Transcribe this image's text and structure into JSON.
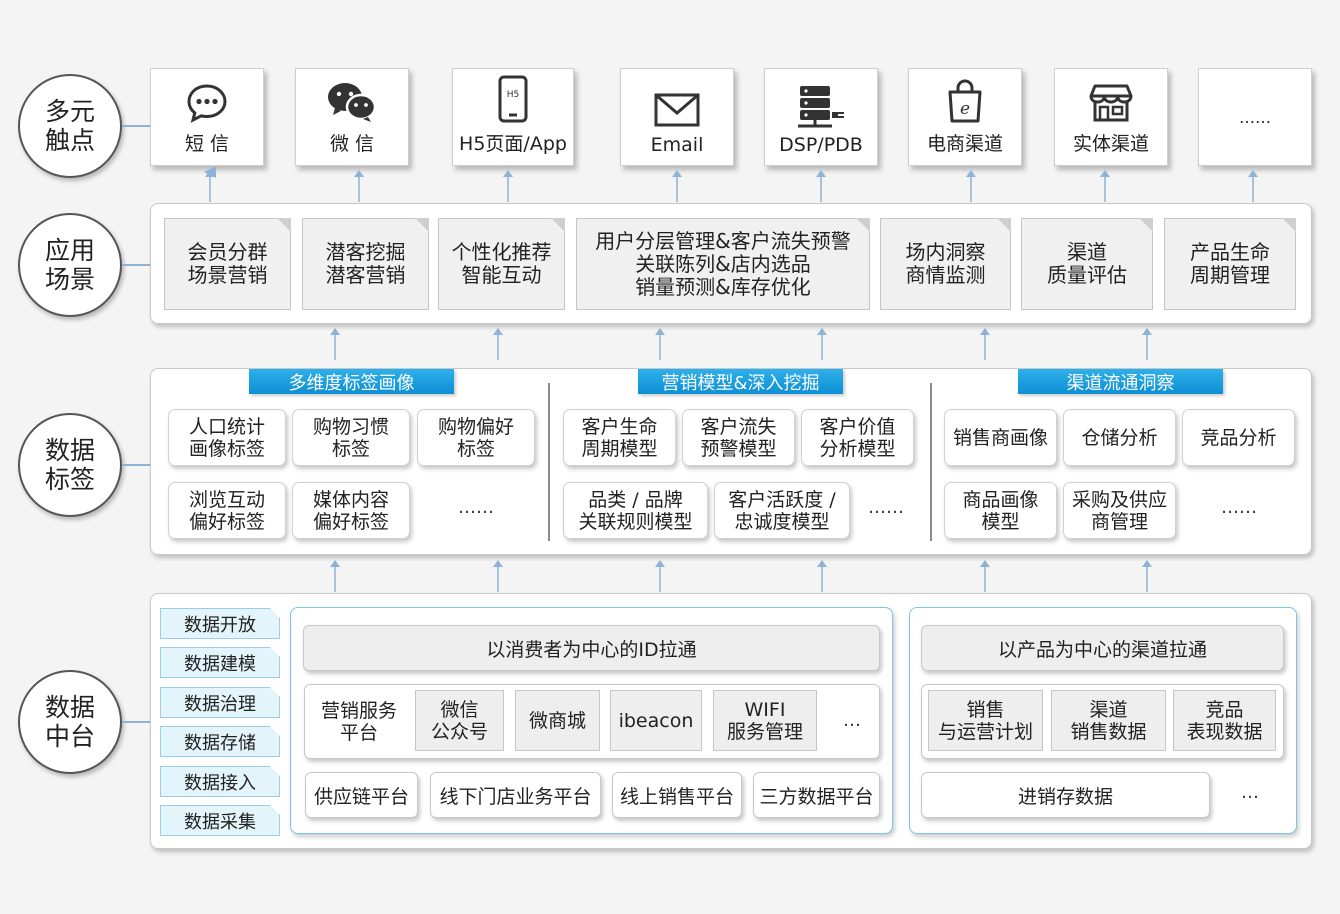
{
  "rows": {
    "touchpoints": "多元\n触点",
    "scenarios": "应用\n场景",
    "tags": "数据\n标签",
    "platform": "数据\n中台"
  },
  "touchpoints": [
    {
      "label": "短 信",
      "icon": "chat-bubble-icon"
    },
    {
      "label": "微 信",
      "icon": "wechat-icon"
    },
    {
      "label": "H5页面/App",
      "icon": "phone-h5-icon",
      "icon_text": "H5"
    },
    {
      "label": "Email",
      "icon": "envelope-icon"
    },
    {
      "label": "DSP/PDB",
      "icon": "server-plug-icon"
    },
    {
      "label": "电商渠道",
      "icon": "shopping-bag-icon"
    },
    {
      "label": "实体渠道",
      "icon": "storefront-icon"
    },
    {
      "label": "……",
      "icon": ""
    }
  ],
  "scenarios": [
    "会员分群\n场景营销",
    "潜客挖掘\n潜客营销",
    "个性化推荐\n智能互动",
    "用户分层管理&客户流失预警\n关联陈列&店内选品\n销量预测&库存优化",
    "场内洞察\n商情监测",
    "渠道\n质量评估",
    "产品生命\n周期管理"
  ],
  "tag_groups": [
    {
      "header": "多维度标签画像",
      "items": [
        "人口统计\n画像标签",
        "购物习惯\n标签",
        "购物偏好\n标签",
        "浏览互动\n偏好标签",
        "媒体内容\n偏好标签"
      ],
      "more": "……"
    },
    {
      "header": "营销模型&深入挖掘",
      "items": [
        "客户生命\n周期模型",
        "客户流失\n预警模型",
        "客户价值\n分析模型",
        "品类 / 品牌\n关联规则模型",
        "客户活跃度 /\n忠诚度模型"
      ],
      "more": "……"
    },
    {
      "header": "渠道流通洞察",
      "items": [
        "销售商画像",
        "仓储分析",
        "竞品分析",
        "商品画像\n模型",
        "采购及供应\n商管理"
      ],
      "more": "……"
    }
  ],
  "platform": {
    "side_items": [
      "数据开放",
      "数据建模",
      "数据治理",
      "数据存储",
      "数据接入",
      "数据采集"
    ],
    "consumer": {
      "title": "以消费者为中心的ID拉通",
      "marketing_label": "营销服务\n平台",
      "marketing_items": [
        "微信\n公众号",
        "微商城",
        "ibeacon",
        "WIFI\n服务管理"
      ],
      "marketing_more": "…",
      "platforms": [
        "供应链平台",
        "线下门店业务平台",
        "线上销售平台",
        "三方数据平台"
      ]
    },
    "product": {
      "title": "以产品为中心的渠道拉通",
      "items": [
        "销售\n与运营计划",
        "渠道\n销售数据",
        "竞品\n表现数据"
      ],
      "bottom": "进销存数据",
      "more": "…"
    }
  },
  "colors": {
    "header_blue": "#1a9de0",
    "side_fill": "#e3f4fb",
    "connector": "#8fb3d6"
  }
}
